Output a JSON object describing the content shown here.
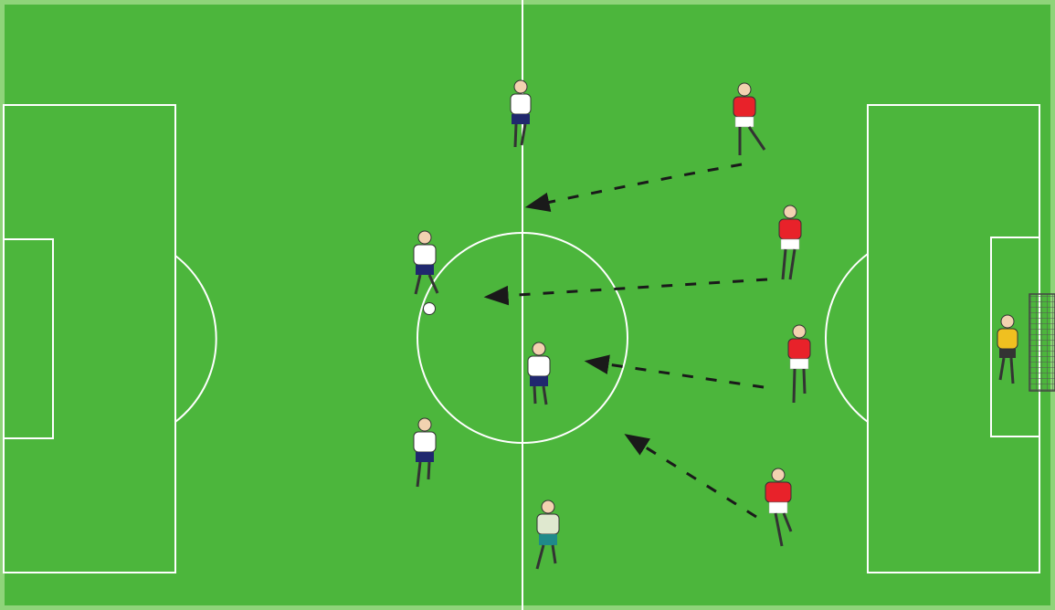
{
  "colors": {
    "pitch": "#4cb63c",
    "pitch_edge": "#7fd06a",
    "lines": "#ffffff",
    "team_white_shirt": "#ffffff",
    "team_white_shorts": "#20286e",
    "team_red_shirt": "#e8222a",
    "team_red_shorts": "#ffffff",
    "neutral_shirt": "#dfe8cf",
    "neutral_shorts": "#1f8a8a",
    "goalkeeper_shirt": "#f0c020",
    "goalkeeper_shorts": "#333333",
    "arrows": "#1a1a1a",
    "ball": "#ffffff",
    "net": "#555555"
  },
  "players": [
    {
      "id": "white-1",
      "team": "white",
      "icon": "player-white-icon"
    },
    {
      "id": "white-2-with-ball",
      "team": "white",
      "icon": "player-white-icon"
    },
    {
      "id": "white-3-center",
      "team": "white",
      "icon": "player-white-icon"
    },
    {
      "id": "white-4",
      "team": "white",
      "icon": "player-white-icon"
    },
    {
      "id": "neutral-5",
      "team": "neutral",
      "icon": "player-neutral-icon"
    },
    {
      "id": "red-1",
      "team": "red",
      "icon": "player-red-icon"
    },
    {
      "id": "red-2",
      "team": "red",
      "icon": "player-red-icon"
    },
    {
      "id": "red-3",
      "team": "red",
      "icon": "player-red-icon"
    },
    {
      "id": "red-4",
      "team": "red",
      "icon": "player-red-icon"
    },
    {
      "id": "goalkeeper",
      "team": "keeper",
      "icon": "goalkeeper-icon"
    }
  ],
  "movements": [
    {
      "from": "red-1",
      "style": "dashed"
    },
    {
      "from": "red-2",
      "style": "dashed"
    },
    {
      "from": "red-3",
      "style": "dashed"
    },
    {
      "from": "red-4",
      "style": "dashed"
    }
  ],
  "objects": {
    "ball": "ball-icon",
    "goal": "goal-net-icon"
  }
}
